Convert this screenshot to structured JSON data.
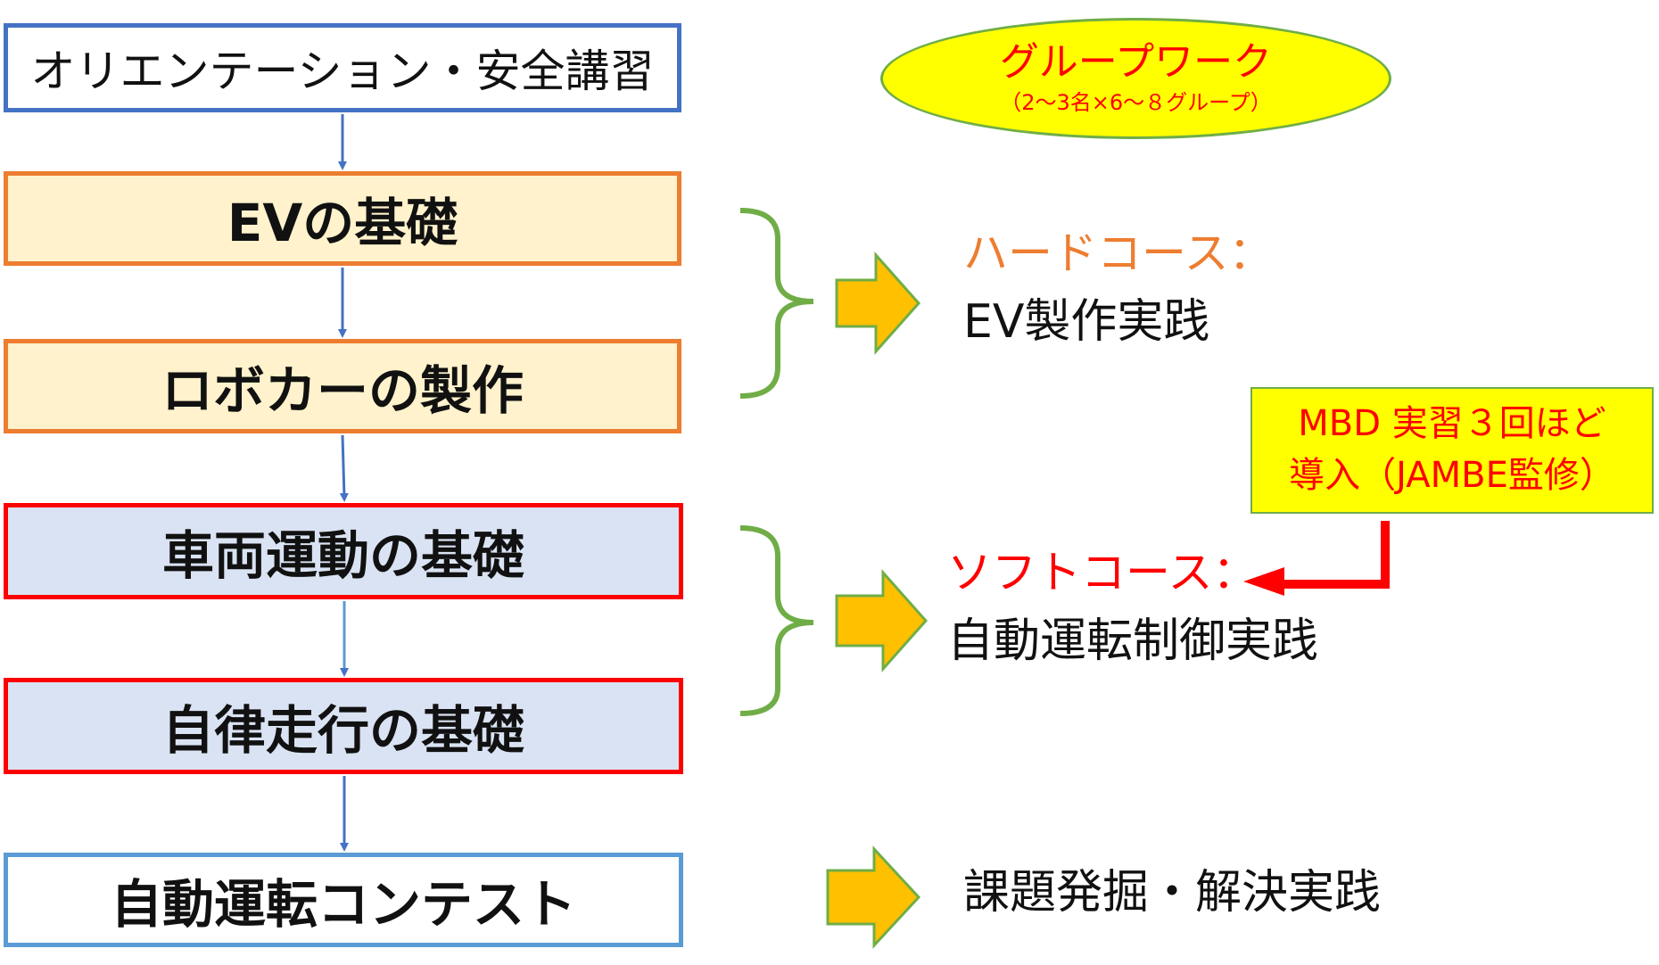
{
  "flow": {
    "steps": [
      "オリエンテーション・安全講習",
      "EVの基礎",
      "ロボカーの製作",
      "車両運動の基礎",
      "自律走行の基礎",
      "自動運転コンテスト"
    ]
  },
  "group_work": {
    "title": "グループワーク",
    "subtitle": "（2～3名×6～８グループ）"
  },
  "hard_course": {
    "label": "ハードコース：",
    "detail": "EV製作実践"
  },
  "soft_course": {
    "label": "ソフトコース：",
    "detail": "自動運転制御実践"
  },
  "mbd_note": {
    "line1": "MBD 実習３回ほど",
    "line2": "導入（JAMBE監修）"
  },
  "contest_outcome": "課題発掘・解決実践",
  "colors": {
    "flow_arrow": "#4472c4",
    "hard_border": "#ed7d31",
    "hard_fill": "#fff2cc",
    "soft_border": "#ff0000",
    "soft_fill": "#dae3f3",
    "bracket": "#70ad47",
    "block_arrow_fill": "#ffc000",
    "block_arrow_stroke": "#70ad47",
    "note_fill": "#ffff00",
    "note_text": "#ff0000"
  }
}
